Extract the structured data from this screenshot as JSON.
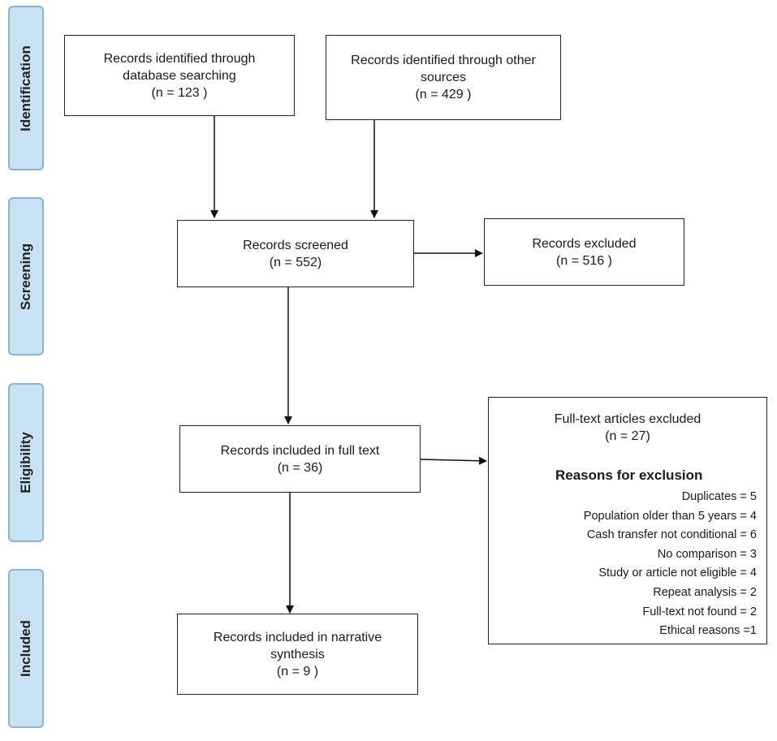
{
  "phases": [
    {
      "id": "identification",
      "label": "Identification"
    },
    {
      "id": "screening",
      "label": "Screening"
    },
    {
      "id": "eligibility",
      "label": "Eligibility"
    },
    {
      "id": "included",
      "label": "Included"
    }
  ],
  "boxes": {
    "database_search": "Records identified through\ndatabase searching\n(n =  123 )",
    "other_sources": "Records identified through other\nsources\n(n = 429 )",
    "screened": "Records screened\n(n = 552)",
    "excluded": "Records excluded\n(n = 516 )",
    "full_text": "Records included in full text\n(n = 36)",
    "narrative": "Records included in narrative\nsynthesis\n(n = 9 )"
  },
  "fulltext_excluded": {
    "title": "Full-text articles excluded\n(n = 27)",
    "reasons_title": "Reasons for exclusion",
    "reasons": [
      "Duplicates = 5",
      "Population older than 5 years = 4",
      "Cash transfer not conditional = 6",
      "No comparison = 3",
      "Study or article not eligible = 4",
      "Repeat analysis = 2",
      "Full-text not found = 2",
      "Ethical reasons =1"
    ]
  }
}
